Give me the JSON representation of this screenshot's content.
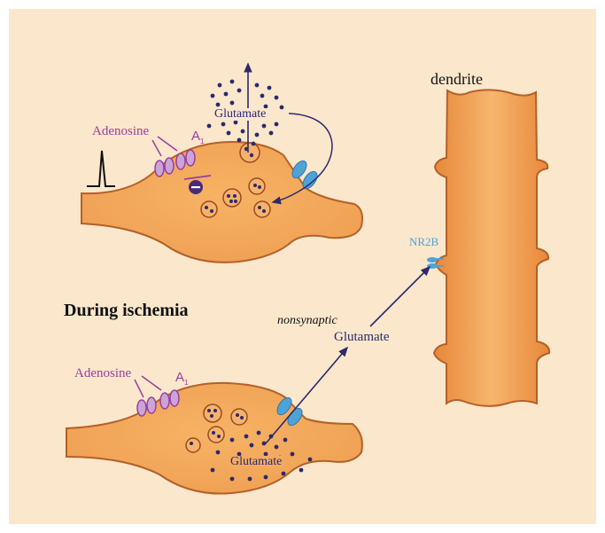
{
  "labels": {
    "dendrite": "dendrite",
    "adenosine_top": "Adenosine",
    "a1_top": "A",
    "a1_top_sub": "1",
    "glutamate_top": "Glutamate",
    "inhibit_sign": "−",
    "nr2b": "NR2B",
    "during_ischemia": "During ischemia",
    "nonsynaptic": "nonsynaptic",
    "glutamate_mid": "Glutamate",
    "adenosine_bottom": "Adenosine",
    "a1_bottom": "A",
    "a1_bottom_sub": "1",
    "glutamate_bottom": "Glutamate"
  },
  "colors": {
    "background": "#fbe7cc",
    "cell_fill": "#f2a55c",
    "cell_stroke": "#b4602a",
    "purple": "#9b3f9c",
    "navy": "#2b2a6e",
    "receptor_blue": "#4ea3d6",
    "receptor_purple": "#c9a5d8"
  }
}
